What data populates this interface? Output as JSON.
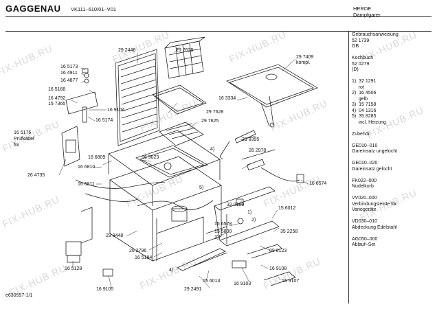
{
  "header": {
    "brand": "GAGGENAU",
    "model": "VK111–610/01–V01",
    "title_line1": "HERDE",
    "title_line2": "Dampfgarer"
  },
  "watermark": "FIX-HUB.RU",
  "footer": "e630597-1/1",
  "side_panel": [
    "Gebrauchsanweisung",
    "52 1739",
    "GB",
    "",
    "Kochbuch",
    "52 0279",
    "(D)",
    "",
    "1)  32 1291",
    "     rot",
    "2)  16 4506",
    "     gelb",
    "3)  15 7158",
    "4)  04 1316",
    "5)  35 8285",
    "     incl. Heizung",
    "",
    "Zubehör:",
    "",
    "GE010–010",
    "Gareinsatz ungelocht",
    "",
    "GE010–020",
    "Gareinsatz gelocht",
    "",
    "FK022–000",
    "Nudelkorb",
    "",
    "VV020–000",
    "Verbindungsleiste für",
    "Variogeräte",
    "",
    "VD030–010",
    "Abdeckung Edelstahl",
    "",
    "AG050–000",
    "Ablauf–Set"
  ],
  "parts": [
    {
      "id": "p1",
      "text": "29 2446"
    },
    {
      "id": "p2",
      "text": "29 7629"
    },
    {
      "id": "p3",
      "text": "29 7409"
    },
    {
      "id": "p4",
      "text": "kompl."
    },
    {
      "id": "p5",
      "text": "16 5173"
    },
    {
      "id": "p6",
      "text": "16 4911"
    },
    {
      "id": "p7",
      "text": "16 4877"
    },
    {
      "id": "p8",
      "text": "16 5168"
    },
    {
      "id": "p9",
      "text": "16 4792"
    },
    {
      "id": "p10",
      "text": "15 7365"
    },
    {
      "id": "p11",
      "text": "16 9104"
    },
    {
      "id": "p12",
      "text": "16 5174"
    },
    {
      "id": "p13",
      "text": "16 3334"
    },
    {
      "id": "p14",
      "text": "29 7628"
    },
    {
      "id": "p15",
      "text": "29 7625"
    },
    {
      "id": "p16",
      "text": "16 5176"
    },
    {
      "id": "p17",
      "text": "Prüfkabel"
    },
    {
      "id": "p18",
      "text": "für"
    },
    {
      "id": "p19",
      "text": "29 8395"
    },
    {
      "id": "p20",
      "text": "16 5023"
    },
    {
      "id": "p21",
      "text": "16 6809"
    },
    {
      "id": "p22",
      "text": "4)"
    },
    {
      "id": "p23",
      "text": "26 2978"
    },
    {
      "id": "p24",
      "text": "26 4735"
    },
    {
      "id": "p25",
      "text": "16 6810"
    },
    {
      "id": "p26",
      "text": "5)"
    },
    {
      "id": "p27",
      "text": "16 6574"
    },
    {
      "id": "p28",
      "text": "16 6811"
    },
    {
      "id": "p29",
      "text": "32 0109"
    },
    {
      "id": "p30",
      "text": "15 6012"
    },
    {
      "id": "p31",
      "text": "1)"
    },
    {
      "id": "p32",
      "text": "2)"
    },
    {
      "id": "p33",
      "text": "15 6578"
    },
    {
      "id": "p34",
      "text": "35 2258"
    },
    {
      "id": "p35",
      "text": "15 5800"
    },
    {
      "id": "p36",
      "text": "3)"
    },
    {
      "id": "p37",
      "text": "29 8448"
    },
    {
      "id": "p38",
      "text": "26 2796"
    },
    {
      "id": "p39",
      "text": "16 5184"
    },
    {
      "id": "p40",
      "text": "09 8123"
    },
    {
      "id": "p41",
      "text": "4)"
    },
    {
      "id": "p42",
      "text": "16 5128"
    },
    {
      "id": "p43",
      "text": "15 6013"
    },
    {
      "id": "p44",
      "text": "16 9108"
    },
    {
      "id": "p45",
      "text": "29 2491"
    },
    {
      "id": "p46",
      "text": "16 9103"
    },
    {
      "id": "p47",
      "text": "16 9107"
    },
    {
      "id": "p48",
      "text": "16 9105"
    }
  ]
}
